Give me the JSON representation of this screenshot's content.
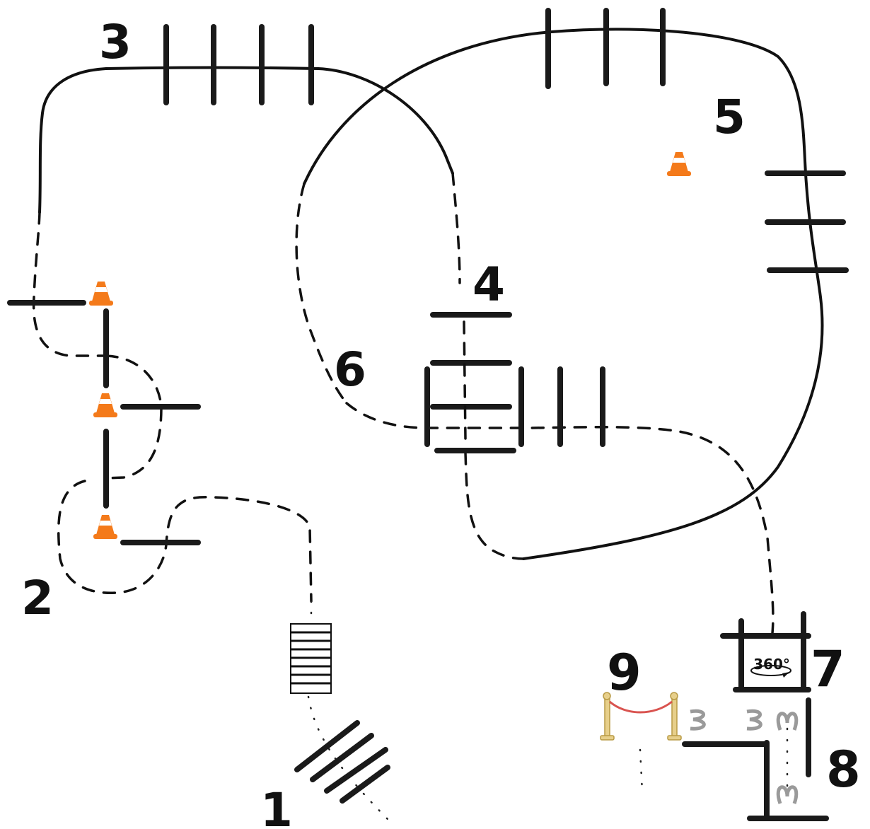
{
  "course": {
    "section_numbers": [
      "1",
      "2",
      "3",
      "4",
      "5",
      "6",
      "7",
      "8",
      "9"
    ],
    "spin_sign_text": "360°"
  },
  "colors": {
    "track": "#111111",
    "cone": "#f47a1a",
    "rope": "#d9534f",
    "post": "#e7cf8a",
    "spring": "#9a9a9a"
  },
  "icons": [
    "traffic-cone-icon",
    "spring-icon",
    "rope-barrier-icon",
    "rotate-360-icon"
  ]
}
